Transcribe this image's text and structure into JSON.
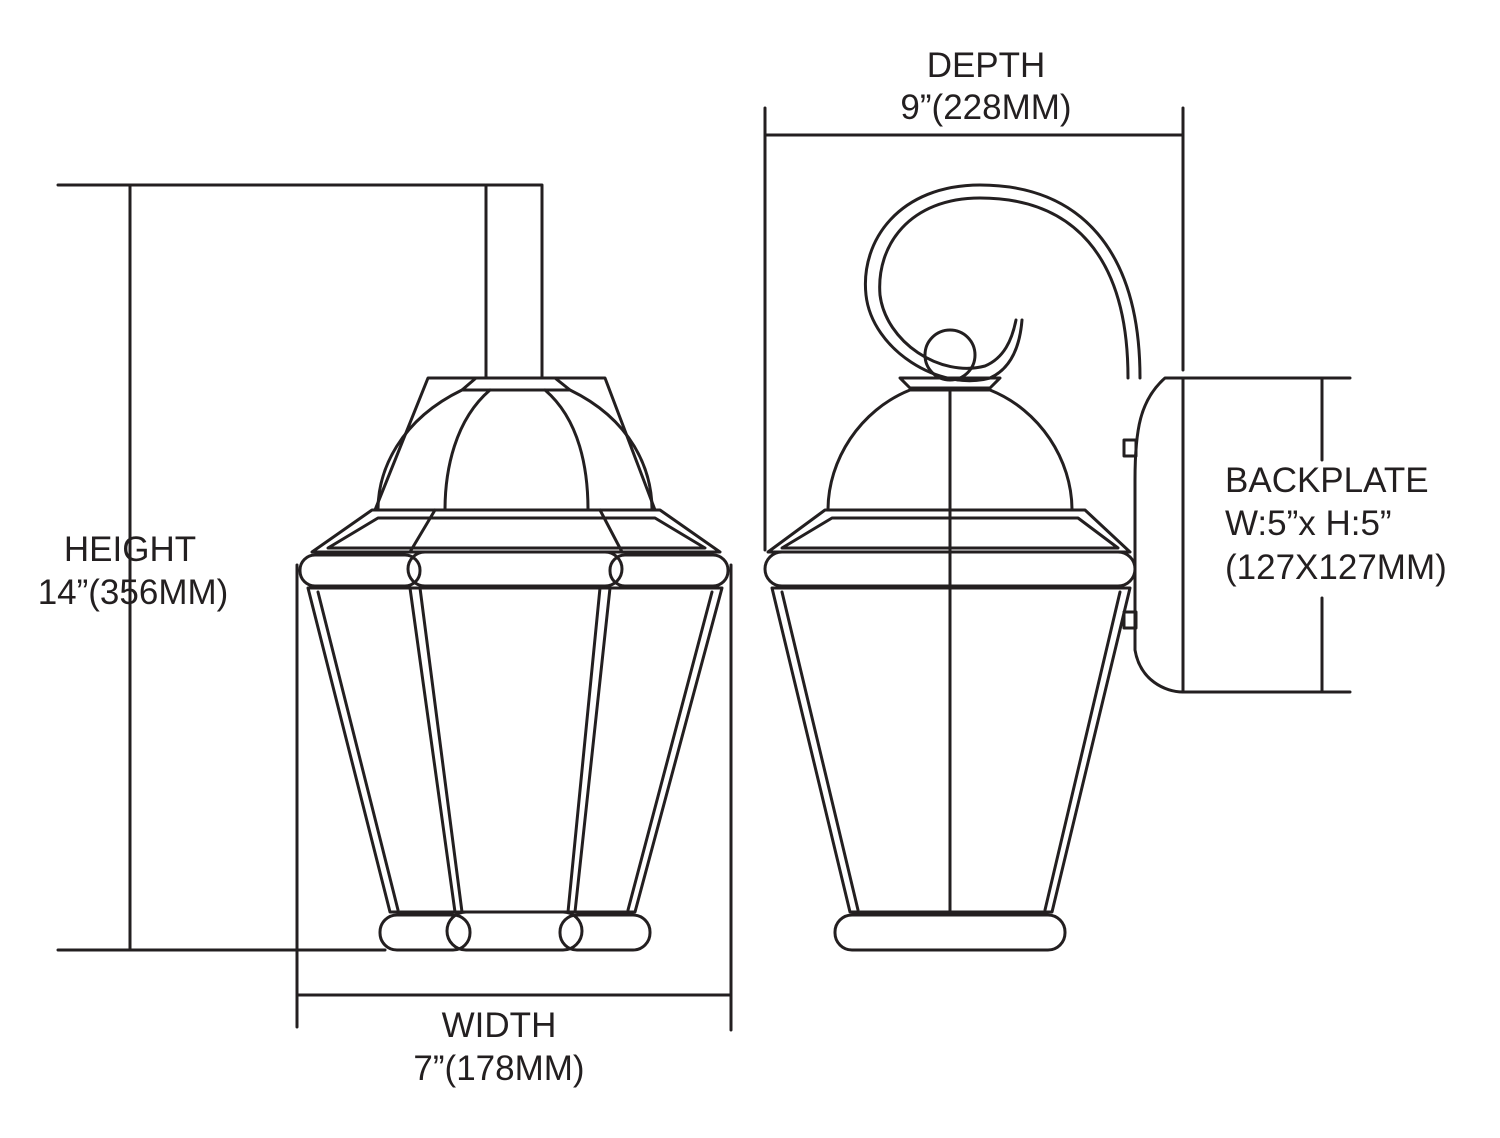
{
  "labels": {
    "height": {
      "title": "HEIGHT",
      "value": "14”(356MM)"
    },
    "width": {
      "title": "WIDTH",
      "value": "7”(178MM)"
    },
    "depth": {
      "title": "DEPTH",
      "value": "9”(228MM)"
    },
    "backplate": {
      "title": "BACKPLATE",
      "size": "W:5”x H:5”",
      "metric": "(127X127MM)"
    }
  },
  "colors": {
    "line": "#231f20",
    "background": "#ffffff"
  }
}
